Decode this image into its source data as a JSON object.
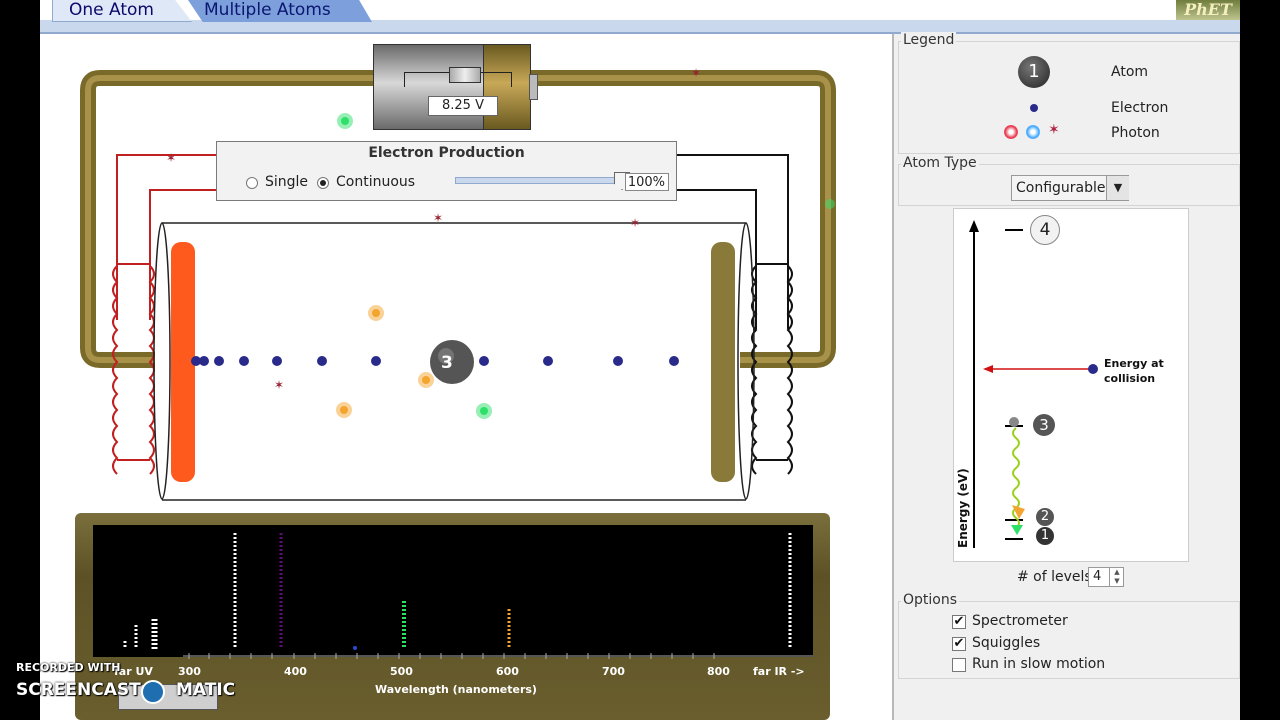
{
  "tabs": [
    {
      "label": "One Atom",
      "active": true
    },
    {
      "label": "Multiple Atoms",
      "active": false
    }
  ],
  "logo": "PhET",
  "battery": {
    "voltage": "8.25 V"
  },
  "electron_production": {
    "title": "Electron Production",
    "modes": [
      {
        "label": "Single",
        "selected": false
      },
      {
        "label": "Continuous",
        "selected": true
      }
    ],
    "slider": {
      "value_label": "100%",
      "level": 1.0
    }
  },
  "atom": {
    "label": "3"
  },
  "legend": {
    "title": "Legend",
    "atom_symbol": "1",
    "atom_label": "Atom",
    "electron_label": "Electron",
    "photon_label": "Photon",
    "photon_colors": [
      "#e8354a",
      "#3fa8ff",
      "#b02040"
    ]
  },
  "atom_type": {
    "title": "Atom Type",
    "selected": "Configurable"
  },
  "energy_diagram": {
    "ylabel": "Energy (eV)",
    "levels": [
      "1",
      "2",
      "3",
      "4"
    ],
    "annotation": "Energy at collision"
  },
  "levels_control": {
    "label": "# of levels",
    "value": "4"
  },
  "options": {
    "title": "Options",
    "items": [
      {
        "label": "Spectrometer",
        "checked": true
      },
      {
        "label": "Squiggles",
        "checked": true
      },
      {
        "label": "Run in slow motion",
        "checked": false
      }
    ]
  },
  "spectrometer": {
    "ticks": [
      "far UV",
      "300",
      "400",
      "500",
      "600",
      "700",
      "800",
      "far IR ->"
    ],
    "xlabel": "Wavelength (nanometers)",
    "colors": {
      "uv": "#ffffff",
      "violet": "#5a1070",
      "green": "#2ee06a",
      "orange": "#f4a530"
    }
  },
  "watermark": {
    "line1": "RECORDED WITH",
    "line2a": "SCREENCAST",
    "line2b": "MATIC"
  }
}
